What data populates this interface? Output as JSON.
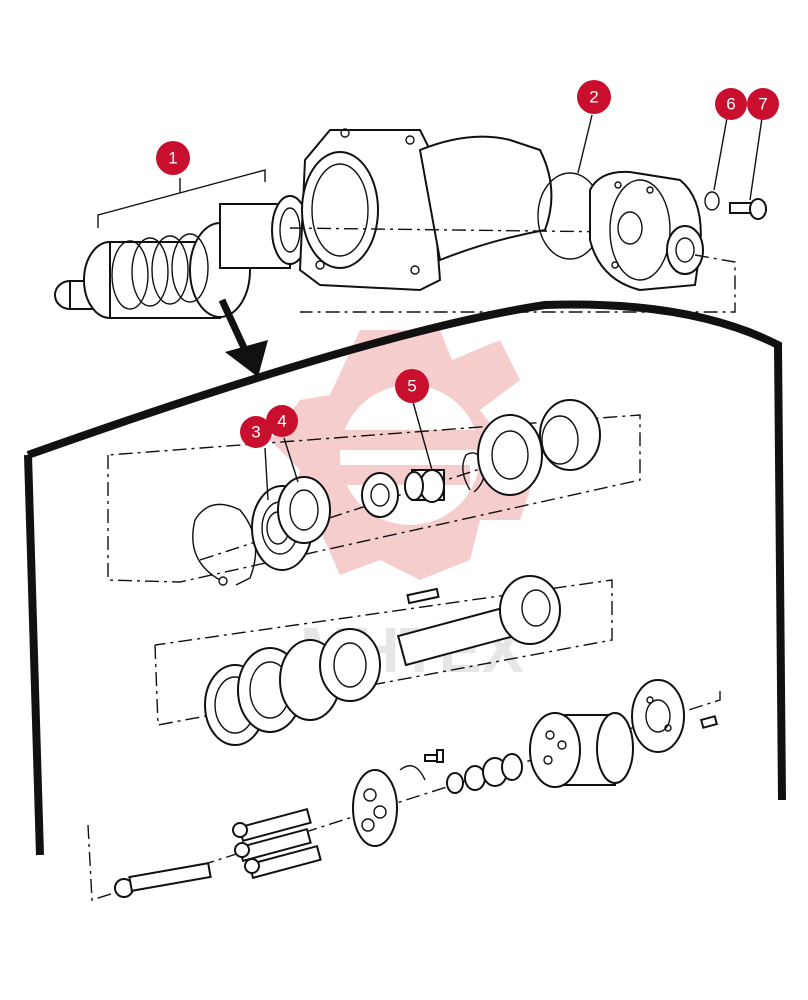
{
  "watermark": {
    "text": "MHTEX",
    "color": "#e8aaaa"
  },
  "callouts": [
    {
      "id": "callout-1",
      "label": "1"
    },
    {
      "id": "callout-2",
      "label": "2"
    },
    {
      "id": "callout-3",
      "label": "3"
    },
    {
      "id": "callout-4",
      "label": "4"
    },
    {
      "id": "callout-5",
      "label": "5"
    },
    {
      "id": "callout-6",
      "label": "6"
    },
    {
      "id": "callout-7",
      "label": "7"
    }
  ],
  "colors": {
    "callout_fill": "#c8102e",
    "callout_text": "#ffffff",
    "line": "#111111"
  }
}
